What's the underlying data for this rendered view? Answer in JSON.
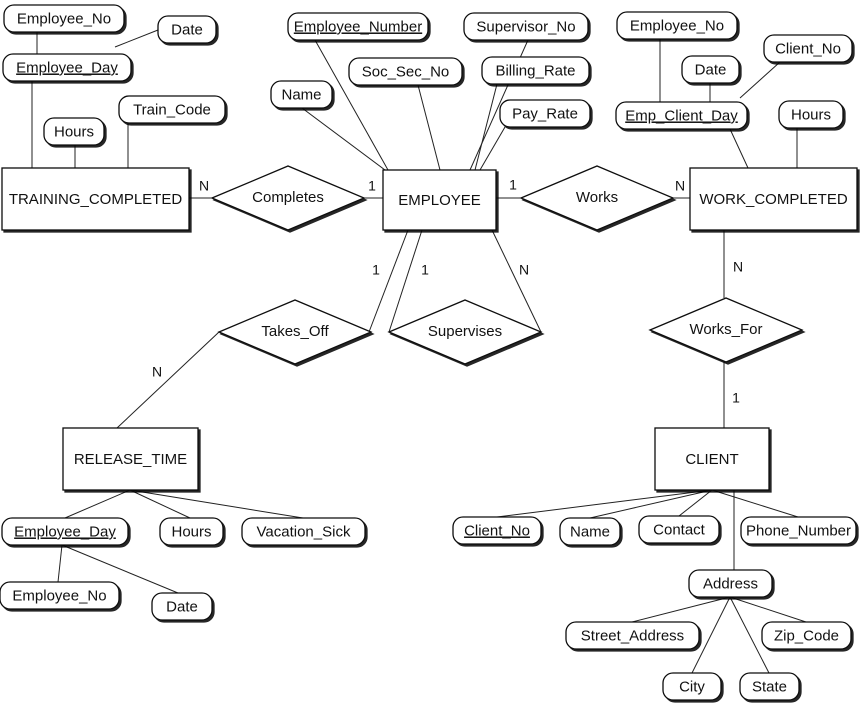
{
  "entities": [
    {
      "id": "training_completed",
      "label": "TRAINING_COMPLETED"
    },
    {
      "id": "employee",
      "label": "EMPLOYEE"
    },
    {
      "id": "work_completed",
      "label": "WORK_COMPLETED"
    },
    {
      "id": "release_time",
      "label": "RELEASE_TIME"
    },
    {
      "id": "client",
      "label": "CLIENT"
    }
  ],
  "relationships": [
    {
      "id": "completes",
      "label": "Completes"
    },
    {
      "id": "works",
      "label": "Works"
    },
    {
      "id": "takes_off",
      "label": "Takes_Off"
    },
    {
      "id": "supervises",
      "label": "Supervises"
    },
    {
      "id": "works_for",
      "label": "Works_For"
    }
  ],
  "attributes": [
    {
      "id": "tc_employee_no",
      "label": "Employee_No",
      "key": false
    },
    {
      "id": "tc_date",
      "label": "Date",
      "key": false
    },
    {
      "id": "tc_employee_day",
      "label": "Employee_Day",
      "key": true
    },
    {
      "id": "tc_hours",
      "label": "Hours",
      "key": false
    },
    {
      "id": "tc_train_code",
      "label": "Train_Code",
      "key": false
    },
    {
      "id": "emp_number",
      "label": "Employee_Number",
      "key": true
    },
    {
      "id": "emp_supervisor_no",
      "label": "Supervisor_No",
      "key": false
    },
    {
      "id": "emp_soc_sec_no",
      "label": "Soc_Sec_No",
      "key": false
    },
    {
      "id": "emp_billing_rate",
      "label": "Billing_Rate",
      "key": false
    },
    {
      "id": "emp_name",
      "label": "Name",
      "key": false
    },
    {
      "id": "emp_pay_rate",
      "label": "Pay_Rate",
      "key": false
    },
    {
      "id": "wc_employee_no",
      "label": "Employee_No",
      "key": false
    },
    {
      "id": "wc_client_no",
      "label": "Client_No",
      "key": false
    },
    {
      "id": "wc_date",
      "label": "Date",
      "key": false
    },
    {
      "id": "wc_emp_client_day",
      "label": "Emp_Client_Day",
      "key": true
    },
    {
      "id": "wc_hours",
      "label": "Hours",
      "key": false
    },
    {
      "id": "rt_employee_day",
      "label": "Employee_Day",
      "key": true
    },
    {
      "id": "rt_hours",
      "label": "Hours",
      "key": false
    },
    {
      "id": "rt_vacation_sick",
      "label": "Vacation_Sick",
      "key": false
    },
    {
      "id": "rt_employee_no",
      "label": "Employee_No",
      "key": false
    },
    {
      "id": "rt_date",
      "label": "Date",
      "key": false
    },
    {
      "id": "cl_client_no",
      "label": "Client_No",
      "key": true
    },
    {
      "id": "cl_name",
      "label": "Name",
      "key": false
    },
    {
      "id": "cl_contact",
      "label": "Contact",
      "key": false
    },
    {
      "id": "cl_phone_number",
      "label": "Phone_Number",
      "key": false
    },
    {
      "id": "cl_address",
      "label": "Address",
      "key": false
    },
    {
      "id": "cl_street_address",
      "label": "Street_Address",
      "key": false
    },
    {
      "id": "cl_zip_code",
      "label": "Zip_Code",
      "key": false
    },
    {
      "id": "cl_city",
      "label": "City",
      "key": false
    },
    {
      "id": "cl_state",
      "label": "State",
      "key": false
    }
  ],
  "cardinalities": [
    {
      "id": "completes_tc",
      "label": "N"
    },
    {
      "id": "completes_emp",
      "label": "1"
    },
    {
      "id": "works_emp",
      "label": "1"
    },
    {
      "id": "works_wc",
      "label": "N"
    },
    {
      "id": "takes_off_emp",
      "label": "1"
    },
    {
      "id": "supervises_emp_1",
      "label": "1"
    },
    {
      "id": "supervises_emp_n",
      "label": "N"
    },
    {
      "id": "takes_off_rt",
      "label": "N"
    },
    {
      "id": "works_for_wc",
      "label": "N"
    },
    {
      "id": "works_for_client",
      "label": "1"
    }
  ]
}
